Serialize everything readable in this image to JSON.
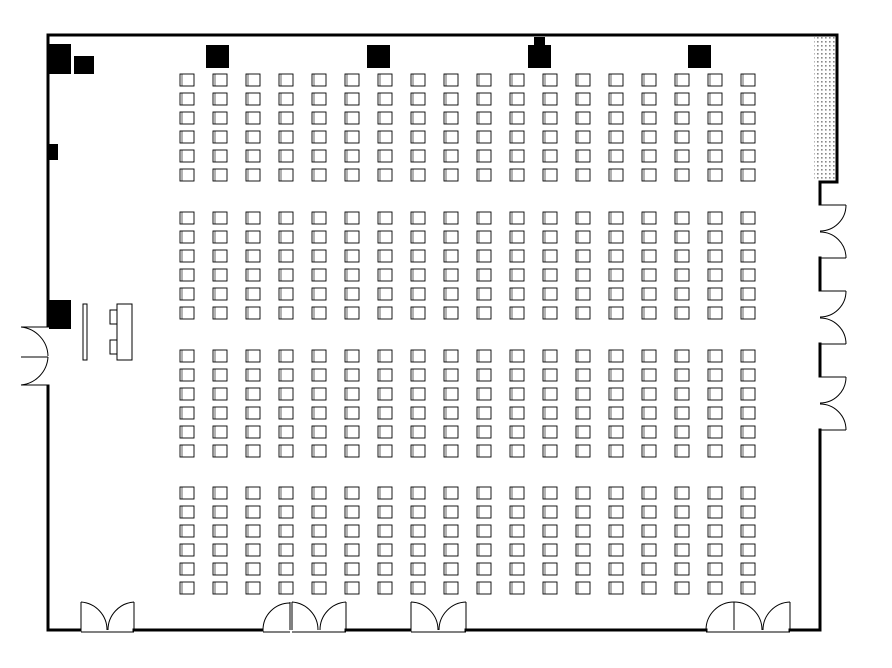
{
  "floor_plan": {
    "line_color": "#000000",
    "background_color": "#ffffff",
    "hatch_color": "#888888",
    "seating_blocks": [
      {
        "columns": 18,
        "rows": 6
      },
      {
        "columns": 18,
        "rows": 6
      },
      {
        "columns": 18,
        "rows": 6
      },
      {
        "columns": 18,
        "rows": 6
      }
    ],
    "doors": [
      {
        "wall": "left",
        "type": "double"
      },
      {
        "wall": "right",
        "type": "double"
      },
      {
        "wall": "right",
        "type": "double"
      },
      {
        "wall": "right",
        "type": "double"
      },
      {
        "wall": "bottom",
        "type": "double"
      },
      {
        "wall": "bottom",
        "type": "double"
      },
      {
        "wall": "bottom",
        "type": "double"
      },
      {
        "wall": "bottom",
        "type": "double"
      },
      {
        "wall": "bottom",
        "type": "double"
      }
    ],
    "columns_count": 7,
    "speaker_table": {
      "chairs": 2
    }
  }
}
